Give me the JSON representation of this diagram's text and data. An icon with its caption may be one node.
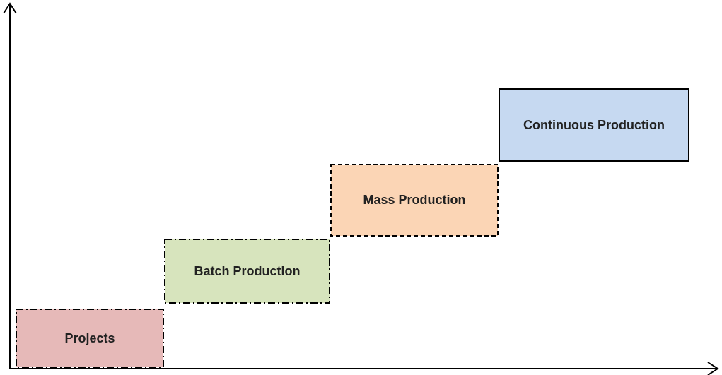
{
  "diagram": {
    "nodes": [
      {
        "text": [
          "Projects"
        ]
      },
      {
        "text": [
          "Batch Production"
        ]
      },
      {
        "text": [
          "Mass Production"
        ]
      },
      {
        "text": [
          "Continuous Production"
        ]
      }
    ]
  }
}
